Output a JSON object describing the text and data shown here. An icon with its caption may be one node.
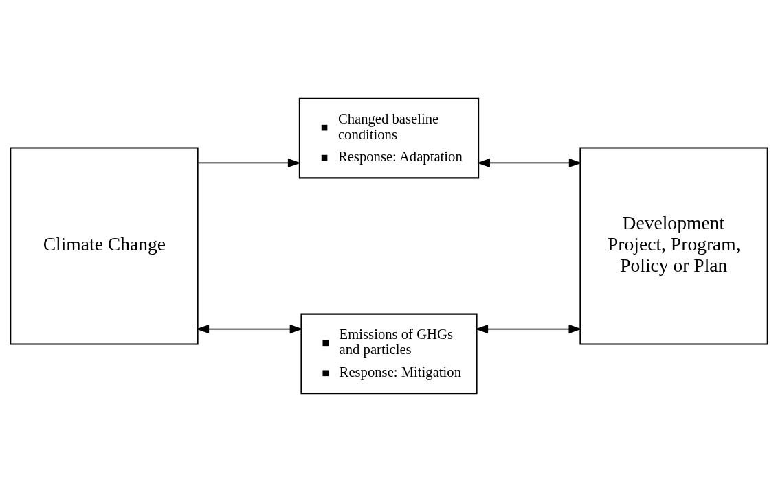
{
  "diagram": {
    "nodes": [
      {
        "text": [
          "Climate Change"
        ]
      },
      {
        "text": [
          "Changed baseline conditions",
          "Response: Adaptation"
        ]
      },
      {
        "text": [
          "Development Project, Program, Policy or Plan"
        ]
      },
      {
        "text": [
          "Emissions of GHGs and particles",
          "Response: Mitigation"
        ]
      }
    ],
    "edges": [
      {
        "from": 0,
        "to": 1,
        "arrow": "to"
      },
      {
        "from": 1,
        "to": 2,
        "arrow": "both"
      },
      {
        "from": 0,
        "to": 3,
        "arrow": "both"
      },
      {
        "from": 3,
        "to": 2,
        "arrow": "both"
      }
    ]
  }
}
